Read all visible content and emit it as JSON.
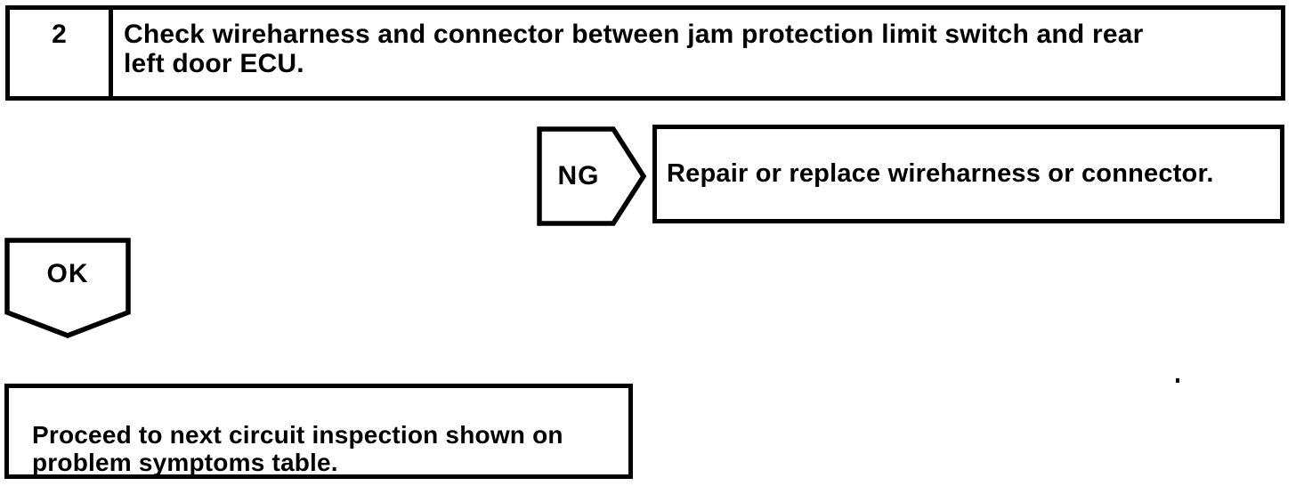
{
  "page": {
    "background_color": "#ffffff",
    "ink_color": "#000000",
    "kind": "diagnostic flowchart"
  },
  "flowchart": {
    "step": {
      "number": "2",
      "instruction": "Check wireharness and connector between jam protection limit switch and rear\nleft door ECU."
    },
    "ng_branch": {
      "label": "NG",
      "action": "Repair or replace wireharness or connector."
    },
    "ok_branch": {
      "label": "OK",
      "action": "Proceed to next circuit inspection shown on\nproblem symptoms table."
    }
  }
}
